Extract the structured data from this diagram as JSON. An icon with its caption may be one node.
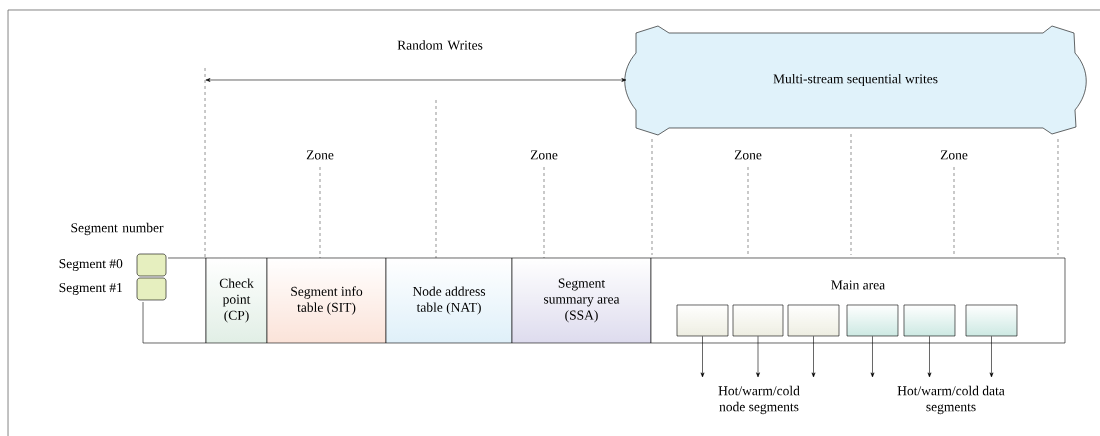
{
  "diagram": {
    "nodes": [
      {
        "text": [
          "Multi-stream sequential writes"
        ]
      },
      {
        "text": [],
        "shape": "box",
        "beside": [
          "Segment #0"
        ]
      },
      {
        "text": [],
        "shape": "box",
        "beside": [
          "Segment #1"
        ]
      },
      {
        "text": [
          "Check point (CP)"
        ]
      },
      {
        "text": [
          "Segment info table (SIT)"
        ]
      },
      {
        "text": [
          "Node address table (NAT)"
        ]
      },
      {
        "text": [
          "Segment summary area (SSA)"
        ]
      },
      {
        "text": [
          "Main area"
        ]
      },
      {
        "text": [],
        "shape": "box",
        "in": 7
      },
      {
        "text": [],
        "shape": "box",
        "in": 7
      },
      {
        "text": [],
        "shape": "box",
        "in": 7
      },
      {
        "text": [],
        "shape": "box",
        "in": 7
      },
      {
        "text": [],
        "shape": "box",
        "in": 7
      },
      {
        "text": [],
        "shape": "box",
        "in": 7
      },
      {
        "text": [
          "Hot/warm/cold node segments"
        ]
      },
      {
        "text": [
          "Hot/warm/cold data segments"
        ]
      }
    ],
    "edges": [
      {
        "from": null,
        "to": 0,
        "arrow": "both"
      },
      {
        "from": 8,
        "to": 14,
        "arrow": "to"
      },
      {
        "from": 9,
        "to": 14,
        "arrow": "to"
      },
      {
        "from": 10,
        "to": 14,
        "arrow": "to"
      },
      {
        "from": 11,
        "to": 15,
        "arrow": "to"
      },
      {
        "from": 12,
        "to": 15,
        "arrow": "to"
      },
      {
        "from": 13,
        "to": 15,
        "arrow": "to"
      }
    ],
    "labels": [
      "Random Writes",
      "Zone",
      "Zone",
      "Zone",
      "Zone",
      "Segment number"
    ]
  }
}
